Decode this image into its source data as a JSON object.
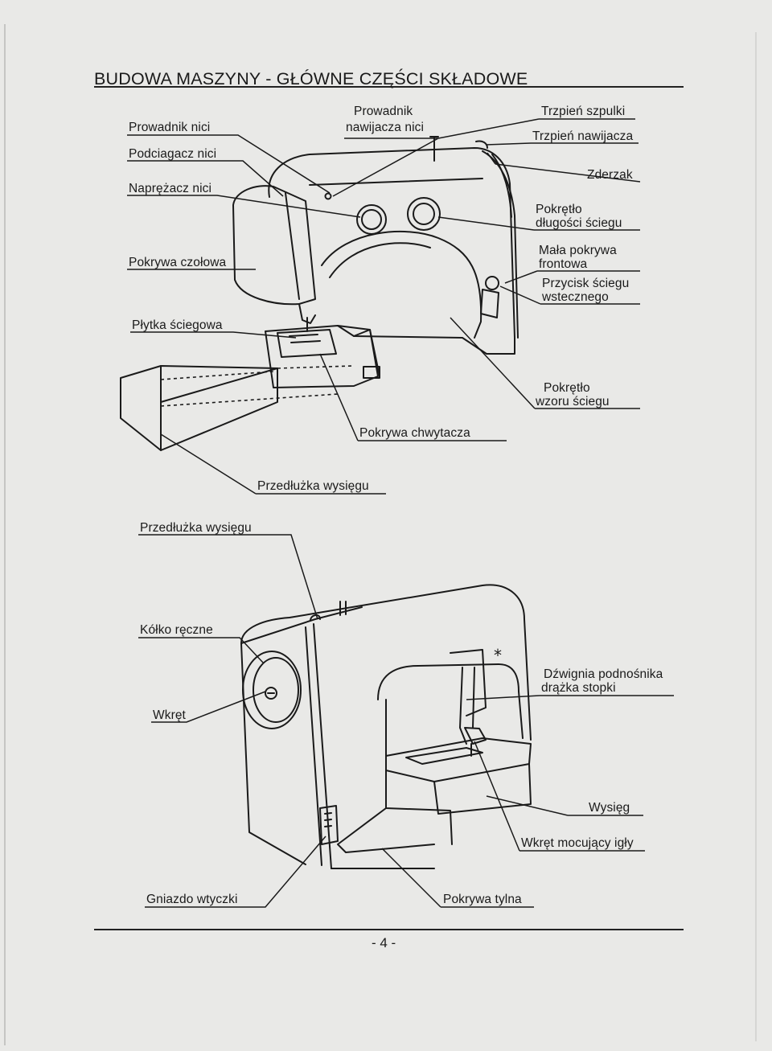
{
  "page": {
    "title": "BUDOWA MASZYNY - GŁÓWNE CZĘŚCI SKŁADOWE",
    "page_number": "- 4 -"
  },
  "labels": {
    "thread_guide": "Prowadnik nici",
    "winder_guide_line1": "Prowadnik",
    "winder_guide_line2": "nawijacza nici",
    "bobbin_pin": "Trzpień szpulki",
    "winder_spindle": "Trzpień nawijacza",
    "take_up_lever": "Podciagacz nici",
    "stopper": "Zderzak",
    "tension_dial": "Naprężacz nici",
    "stitch_length_line1": "Pokrętło",
    "stitch_length_line2": "długości ściegu",
    "face_cover": "Pokrywa czołowa",
    "small_cover_line1": "Mała pokrywa",
    "small_cover_line2": "frontowa",
    "reverse_line1": "Przycisk ściegu",
    "reverse_line2": "wstecznego",
    "needle_plate": "Płytka ściegowa",
    "pattern_line1": "Pokrętło",
    "pattern_line2": "wzoru ściegu",
    "hook_cover": "Pokrywa chwytacza",
    "extension_table_1": "Przedłużka wysięgu",
    "extension_table_2": "Przedłużka wysięgu",
    "handwheel": "Kółko ręczne",
    "lifter_line1": "Dźwignia podnośnika",
    "lifter_line2": "drążka stopki",
    "screw": "Wkręt",
    "free_arm": "Wysięg",
    "needle_clamp": "Wkręt mocujący igły",
    "socket": "Gniazdo wtyczki",
    "back_cover": "Pokrywa tylna"
  }
}
